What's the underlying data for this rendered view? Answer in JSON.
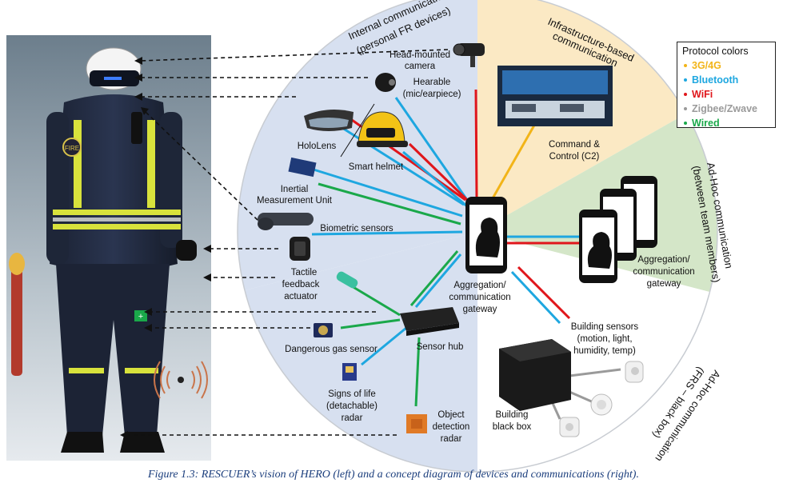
{
  "sections": {
    "internal": [
      "Internal communication",
      "(personal FR devices)"
    ],
    "infrastructure": [
      "Infrastructure-based",
      "communication"
    ],
    "adhoc_team": [
      "Ad-Hoc communication",
      "(between team members)"
    ],
    "adhoc_frs": [
      "Ad-Hoc communication",
      "(FRS – black box)"
    ]
  },
  "devices": {
    "head_camera": [
      "Head-mounted",
      "camera"
    ],
    "hearable": [
      "Hearable",
      "(mic/earpiece)"
    ],
    "hololens": "HoloLens",
    "smart_helmet": "Smart helmet",
    "imu": [
      "Inertial",
      "Measurement Unit"
    ],
    "biometric": "Biometric sensors",
    "tactile": [
      "Tactile",
      "feedback",
      "actuator"
    ],
    "gas_sensor": "Dangerous gas sensor",
    "sensor_hub": "Sensor hub",
    "signs_of_life": [
      "Signs of life",
      "(detachable)",
      "radar"
    ],
    "object_radar": [
      "Object",
      "detection",
      "radar"
    ],
    "central_gateway": [
      "Aggregation/",
      "communication",
      "gateway"
    ],
    "command_control": [
      "Command &",
      "Control (C2)"
    ],
    "team_gateway": [
      "Aggregation/",
      "communication",
      "gateway"
    ],
    "building_sensors": [
      "Building sensors",
      "(motion, light,",
      "humidity, temp)"
    ],
    "black_box": [
      "Building",
      "black box"
    ]
  },
  "hero_badge": "FIRE",
  "legend": {
    "title": "Protocol colors",
    "items": [
      {
        "label": "3G/4G",
        "color": "#f2b418"
      },
      {
        "label": "Bluetooth",
        "color": "#1ea7e0"
      },
      {
        "label": "WiFi",
        "color": "#e0161b"
      },
      {
        "label": "Zigbee/Zwave",
        "color": "#9a9a9a"
      },
      {
        "label": "Wired",
        "color": "#1aa84a"
      }
    ]
  },
  "colors": {
    "internal_bg": "#d7e0f0",
    "infra_bg": "#fbe9c4",
    "adhoc_bg": "#d4e6c8",
    "frs_bg": "#ffffff"
  },
  "caption": "Figure 1.3: RESCUER’s vision of HERO (left) and a concept diagram of devices and communications (right)."
}
